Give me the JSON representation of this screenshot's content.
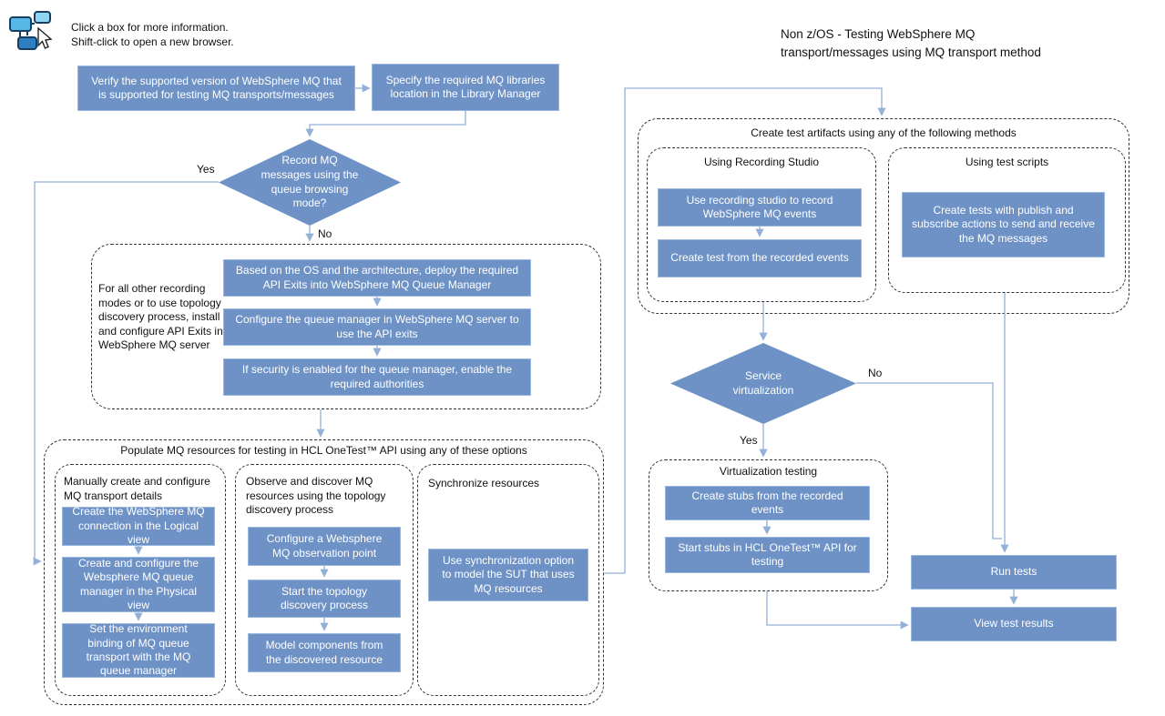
{
  "colors": {
    "box_fill": "#6E92C6",
    "box_border": "#9AB8DE",
    "box_text": "#FFFFFF",
    "connector": "#93B1D6",
    "dashed_border": "#333333"
  },
  "legend": {
    "line1": "Click a box for more information.",
    "line2": "Shift-click to open a new browser."
  },
  "title": {
    "line1": "Non z/OS - Testing WebSphere MQ",
    "line2": "transport/messages using MQ transport method"
  },
  "nodes": {
    "verify": "Verify the supported version of WebSphere MQ that is supported for testing MQ transports/messages",
    "specify": "Specify the required MQ libraries location in the Library Manager",
    "record_decision": "Record MQ messages using the queue browsing mode?",
    "record_yes": "Yes",
    "record_no": "No",
    "api_note": "For all other recording modes or to use topology discovery process, install and configure API Exits in WebSphere MQ server",
    "deploy": "Based on the OS and the architecture, deploy the required API Exits into WebSphere MQ Queue Manager",
    "configure": "Configure the queue manager in WebSphere MQ server to use the API exits",
    "security": "If security is enabled for the queue manager, enable the required authorities",
    "populate_title": "Populate MQ resources for testing in HCL OneTest™ API using any of these options",
    "manual_title": "Manually create and configure MQ transport details",
    "manual1": "Create the WebSphere MQ connection in the Logical view",
    "manual2": "Create and configure the Websphere MQ queue manager in the Physical view",
    "manual3": "Set the environment binding of MQ queue transport with the MQ queue manager",
    "observe_title": "Observe and discover MQ resources using the topology discovery process",
    "observe1": "Configure a Websphere MQ observation point",
    "observe2": "Start the topology discovery process",
    "observe3": "Model components from the discovered resource",
    "sync_title": "Synchronize resources",
    "sync1": "Use synchronization option to model the SUT that uses MQ resources",
    "artifacts_title": "Create test artifacts using any of the following methods",
    "recording_title": "Using Recording Studio",
    "recording1": "Use recording studio to record WebSphere MQ events",
    "recording2": "Create test from the recorded events",
    "scripts_title": "Using test scripts",
    "scripts1": "Create tests with publish and subscribe actions to send and receive the MQ messages",
    "sv_decision": "Service virtualization",
    "sv_yes": "Yes",
    "sv_no": "No",
    "virt_title": "Virtualization testing",
    "virt1": "Create stubs from the recorded events",
    "virt2": "Start stubs in HCL OneTest™ API for testing",
    "run": "Run tests",
    "view": "View test results"
  }
}
